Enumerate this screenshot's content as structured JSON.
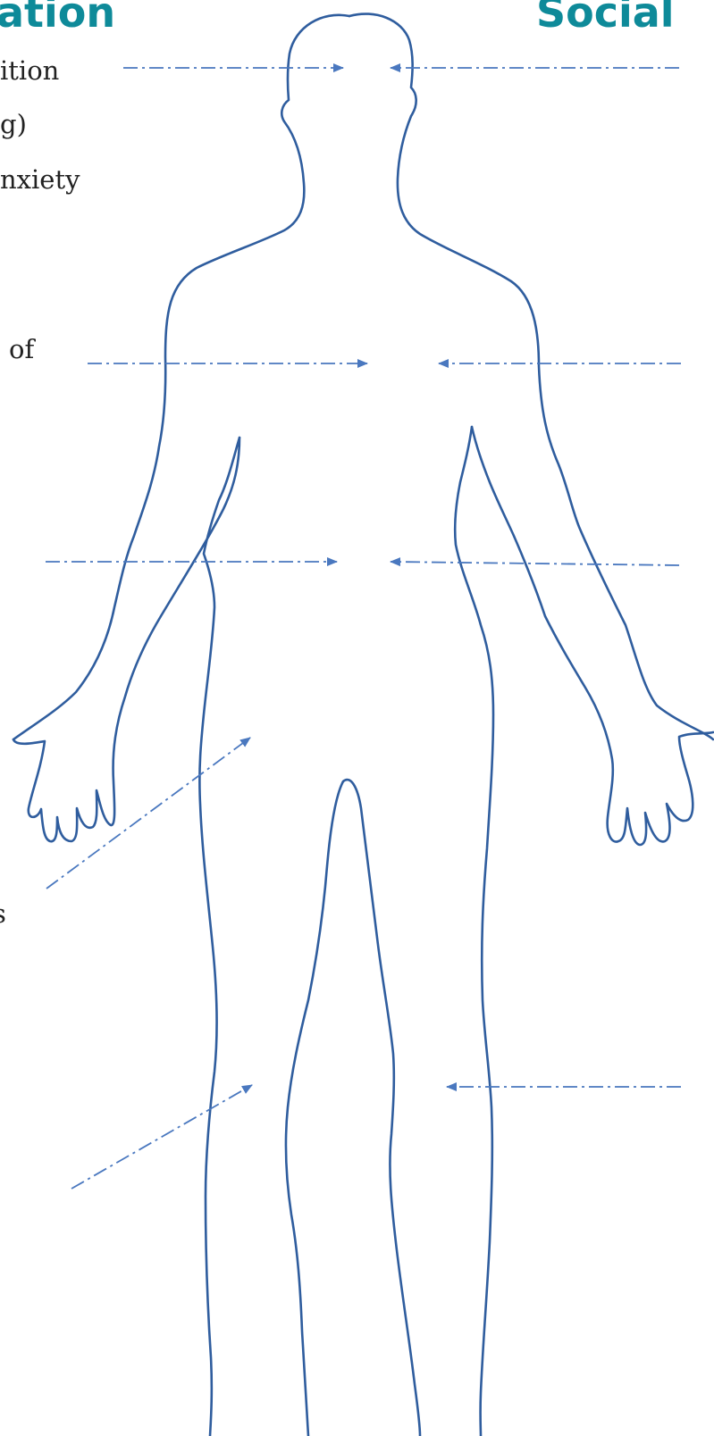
{
  "headings": {
    "left": "ation",
    "right": "Social"
  },
  "labels": {
    "head_line1": "ition",
    "head_line2": "g)",
    "head_line3": "nxiety",
    "chest": "of",
    "thigh": "s"
  },
  "colors": {
    "heading": "#0e8a99",
    "outline": "#2f5d9e",
    "arrow": "#4a78bf",
    "text": "#222222"
  },
  "icons": {
    "figure": "human-body-outline-icon",
    "arrow": "dash-dot-arrow-icon"
  }
}
